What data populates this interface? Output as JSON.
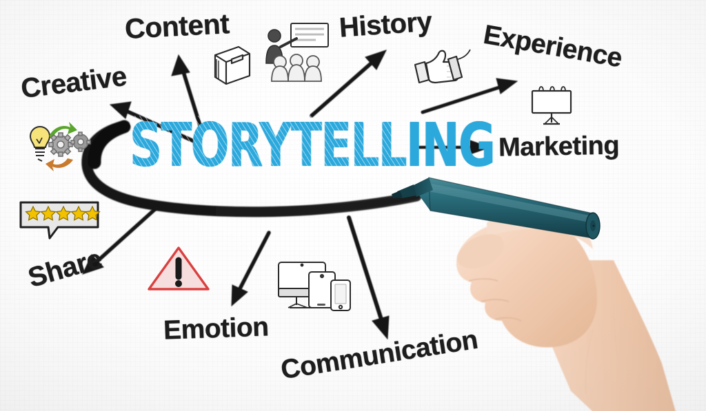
{
  "scene": {
    "type": "hand-drawn concept map / whiteboard mind map",
    "background_color": "#f7f7f7",
    "ink_color": "#1d1d1d",
    "accent_color": "#2ba8dc",
    "marker_color": "#23606c",
    "warning_color": "#d9403f",
    "star_color": "#f2c200"
  },
  "center": {
    "label": "STORYTELLING",
    "color": "#2ba8dc",
    "stroke_name": "marker-swoosh-underline"
  },
  "branches": [
    {
      "id": "creative",
      "label": "Creative",
      "direction": "up-left",
      "arrow": "arrow-to-creative",
      "icon": "lightbulb-gears-icon"
    },
    {
      "id": "content",
      "label": "Content",
      "direction": "up",
      "arrow": "arrow-to-content",
      "icon": "book-icon"
    },
    {
      "id": "history",
      "label": "History",
      "direction": "up-right",
      "arrow": "arrow-to-history",
      "icon": "presenter-audience-icon"
    },
    {
      "id": "experience",
      "label": "Experience",
      "direction": "right-up",
      "arrow": "arrow-to-experience",
      "icon": "thumbs-up-icon"
    },
    {
      "id": "marketing",
      "label": "Marketing",
      "direction": "right",
      "arrow": "arrow-to-marketing",
      "icon": "billboard-icon"
    },
    {
      "id": "communication",
      "label": "Communication",
      "direction": "down-right",
      "arrow": "arrow-to-communication",
      "icon": "devices-icon"
    },
    {
      "id": "emotion",
      "label": "Emotion",
      "direction": "down",
      "arrow": "arrow-to-emotion",
      "icon": "warning-triangle-icon"
    },
    {
      "id": "share",
      "label": "Share",
      "direction": "down-left",
      "arrow": "arrow-to-share",
      "icon": "five-star-rating-bubble-icon"
    }
  ],
  "icons": {
    "lightbulb_gears": {
      "name": "lightbulb-gears-icon",
      "bulb_color": "#f5e06a",
      "gear_color": "#9a9a9a",
      "arrow_up_color": "#5aa52b",
      "arrow_down_color": "#c97a2c"
    },
    "book": {
      "name": "book-icon"
    },
    "presenter_audience": {
      "name": "presenter-audience-icon"
    },
    "thumbs_up": {
      "name": "thumbs-up-icon",
      "count": 2
    },
    "billboard": {
      "name": "billboard-icon"
    },
    "devices": {
      "name": "devices-icon",
      "parts": [
        "monitor",
        "tablet",
        "phone"
      ]
    },
    "warning_triangle": {
      "name": "warning-triangle-icon",
      "glyph": "!",
      "color": "#d9403f"
    },
    "star_rating": {
      "name": "five-star-rating-bubble-icon",
      "stars": 5,
      "star_color": "#f2c200"
    }
  },
  "hand": {
    "name": "hand-holding-marker",
    "skin_color": "#f0cdb4",
    "marker": {
      "name": "marker-pen",
      "body_color": "#23606c",
      "tip_color": "#17434c"
    }
  }
}
